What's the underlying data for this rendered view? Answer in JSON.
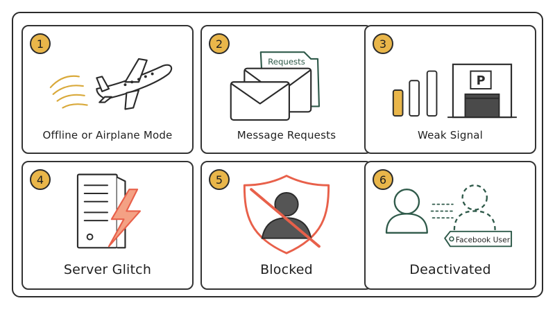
{
  "cards": [
    {
      "number": "1",
      "caption": "Offline or Airplane Mode",
      "icon": "airplane-icon"
    },
    {
      "number": "2",
      "caption": "Message Requests",
      "icon": "envelope-icon",
      "folder_label": "Requests"
    },
    {
      "number": "3",
      "caption": "Weak Signal",
      "icon": "signal-bars-icon",
      "sign_letter": "P"
    },
    {
      "number": "4",
      "caption": "Server Glitch",
      "icon": "server-icon"
    },
    {
      "number": "5",
      "caption": "Blocked",
      "icon": "blocked-shield-icon"
    },
    {
      "number": "6",
      "caption": "Deactivated",
      "icon": "user-icon",
      "tag_label": "Facebook User"
    }
  ],
  "colors": {
    "accent_gold": "#e9b64a",
    "warning_red": "#e8604a",
    "dark_green": "#2f5a4a",
    "ink": "#2b2b2b"
  }
}
